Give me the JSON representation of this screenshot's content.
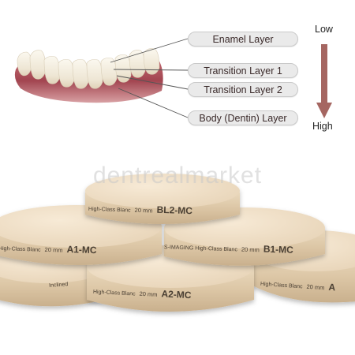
{
  "callouts": {
    "enamel": "Enamel Layer",
    "transition1": "Transition Layer 1",
    "transition2": "Transition Layer 2",
    "body": "Body (Dentin) Layer"
  },
  "scale": {
    "low": "Low",
    "high": "High",
    "arrow_color": "#a56661"
  },
  "watermark": "dentrealmarket",
  "pucks": {
    "bl2": {
      "brand": "High-Class Blanc",
      "size": "20 mm",
      "code": "BL2-MC"
    },
    "a1": {
      "brand": "High-Class Blanc",
      "size": "20 mm",
      "code": "A1-MC"
    },
    "b1": {
      "brand": "S-IMAGING High-Class Blanc",
      "size": "20 mm",
      "code": "B1-MC"
    },
    "a2": {
      "brand": "High-Class Blanc",
      "size": "20 mm",
      "code": "A2-MC"
    },
    "a3": {
      "brand": "High-Class Blanc",
      "size": "20 mm",
      "code": "A"
    },
    "left": {
      "brand": "Inclined"
    }
  },
  "colors": {
    "puck_face": "#eedcc4",
    "puck_side": "#dcc6a6",
    "gum": "#b25a62",
    "tooth": "#f1ebdd"
  }
}
